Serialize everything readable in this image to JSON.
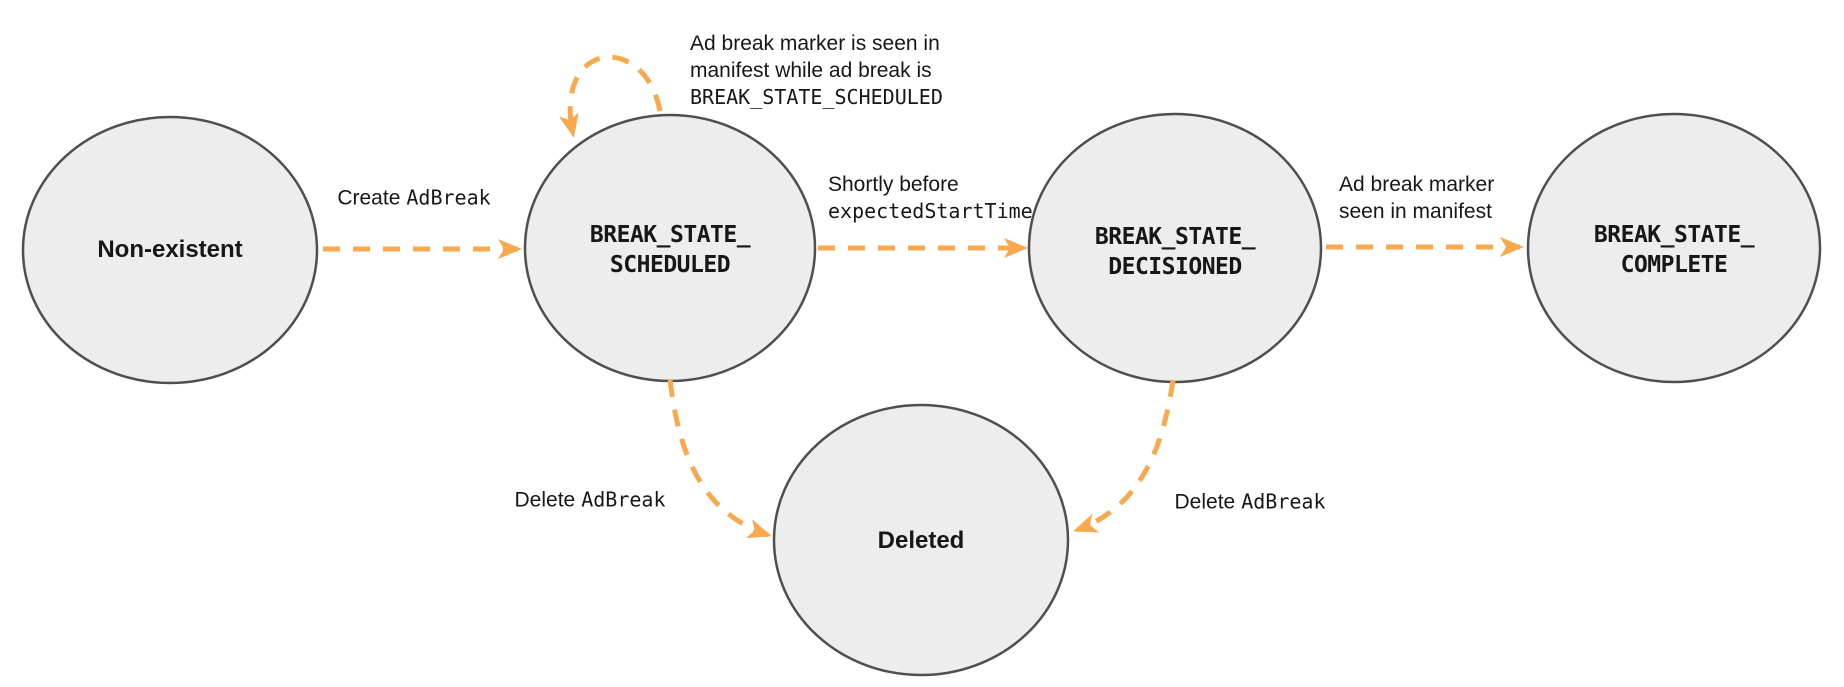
{
  "diagram": {
    "colors": {
      "arrow": "#F8A94D",
      "node_fill": "#EDEDED",
      "node_stroke": "#4F4F4F",
      "text": "#171717"
    },
    "states": {
      "non_existent": {
        "label": "Non-existent"
      },
      "scheduled": {
        "line1": "BREAK_STATE_",
        "line2": "SCHEDULED"
      },
      "decisioned": {
        "line1": "BREAK_STATE_",
        "line2": "DECISIONED"
      },
      "complete": {
        "line1": "BREAK_STATE_",
        "line2": "COMPLETE"
      },
      "deleted": {
        "label": "Deleted"
      }
    },
    "transitions": {
      "create": {
        "plain": "Create",
        "code": "AdBreak"
      },
      "self_loop": {
        "line1": "Ad break marker is seen in",
        "line2": "manifest while ad break is",
        "code_line": "BREAK_STATE_SCHEDULED"
      },
      "shortly": {
        "plain": "Shortly before",
        "code": "expectedStartTime"
      },
      "marker_seen": {
        "line1": "Ad break marker",
        "line2": "seen in manifest"
      },
      "delete_scheduled": {
        "plain": "Delete",
        "code": "AdBreak"
      },
      "delete_decisioned": {
        "plain": "Delete",
        "code": "AdBreak"
      }
    }
  }
}
